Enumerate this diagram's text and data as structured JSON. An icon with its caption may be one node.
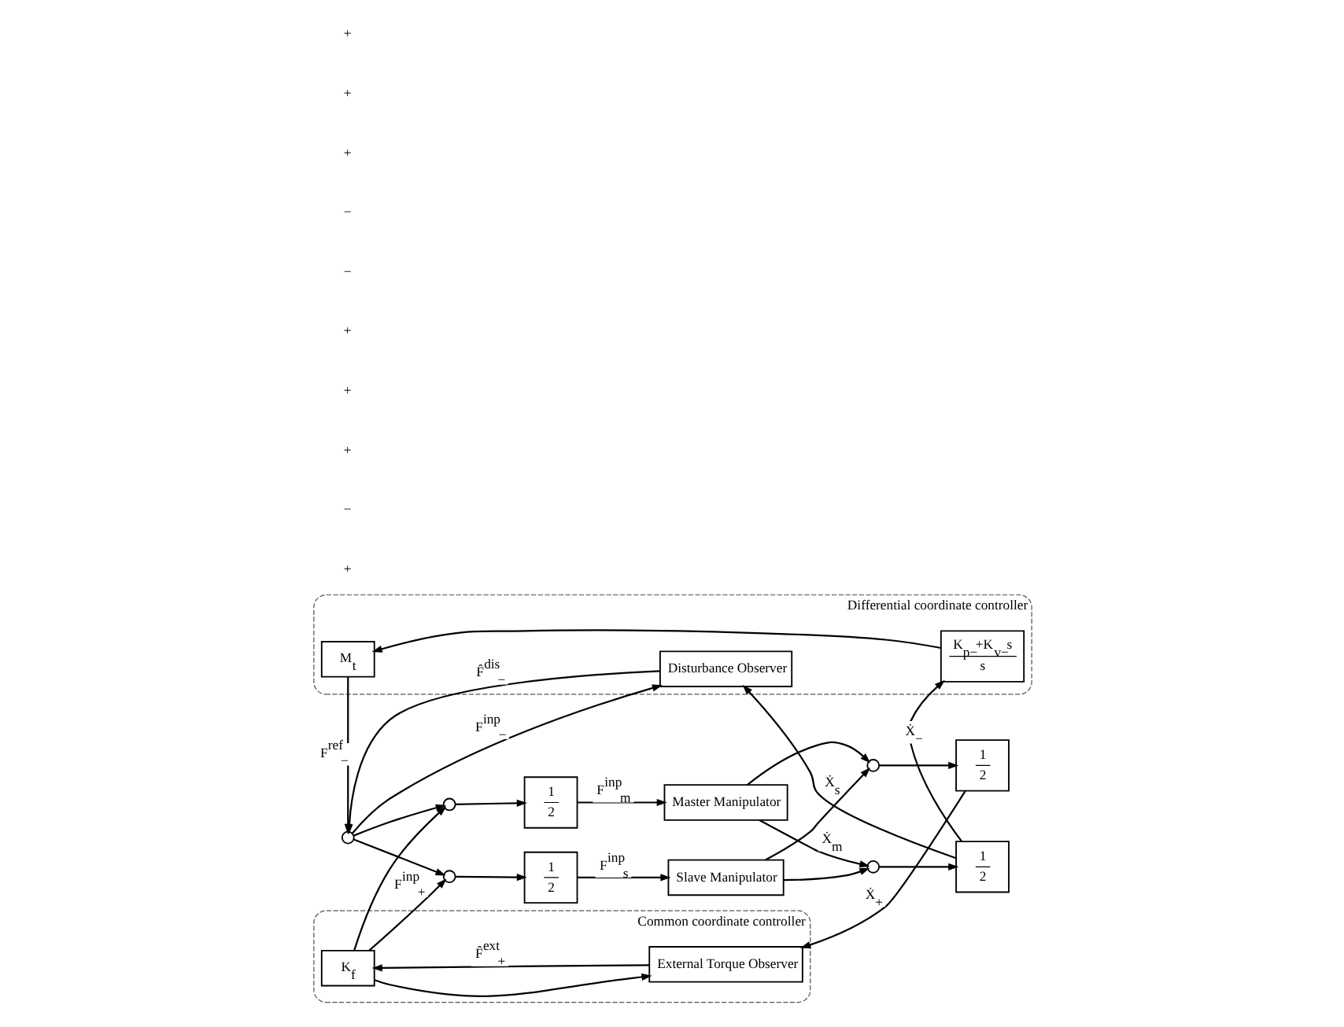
{
  "diagram": {
    "nodes": [
      {
        "text": [
          "Differential coordinate controller"
        ]
      },
      {
        "text": [
          "M$_{t}$"
        ],
        "in": 0
      },
      {
        "text": [
          "K$_{p−}$+K$_{v−}$s",
          "s"
        ],
        "in": 0
      },
      {
        "text": [
          "Disturbance Observer"
        ],
        "in": 0
      },
      {
        "text": [],
        "shape": "circle"
      },
      {
        "text": [],
        "shape": "circle"
      },
      {
        "text": [
          "1",
          "2"
        ]
      },
      {
        "text": [
          "Master Manipulator"
        ]
      },
      {
        "text": [],
        "shape": "circle"
      },
      {
        "text": [
          "1",
          "2"
        ]
      },
      {
        "text": [],
        "shape": "circle"
      },
      {
        "text": [
          "1",
          "2"
        ]
      },
      {
        "text": [
          "Slave Manipulator"
        ]
      },
      {
        "text": [],
        "shape": "circle"
      },
      {
        "text": [
          "1",
          "2"
        ]
      },
      {
        "text": [
          "Common coordinate controller"
        ]
      },
      {
        "text": [
          "External Torque Observer"
        ],
        "in": 15
      },
      {
        "text": [
          "K$_{f}$"
        ],
        "in": 15
      }
    ],
    "edges": [
      {
        "from": 9,
        "to": 2,
        "arrow": "to",
        "label": "Ẋ$_{−}$"
      },
      {
        "from": 9,
        "to": 3,
        "arrow": "to"
      },
      {
        "from": 2,
        "to": 1,
        "arrow": "to"
      },
      {
        "from": 1,
        "to": 4,
        "arrow": "to",
        "label": "F$^{ref}$$_{−}$"
      },
      {
        "from": 3,
        "to": 4,
        "arrow": "to",
        "label": "F̂$^{dis}$$_{−}$"
      },
      {
        "from": 4,
        "to": 3,
        "arrow": "to",
        "label": "F$^{inp}$$_{−}$"
      },
      {
        "from": 4,
        "to": 5,
        "arrow": "to"
      },
      {
        "from": 4,
        "to": 10,
        "arrow": "to"
      },
      {
        "from": 17,
        "to": 5,
        "arrow": "to"
      },
      {
        "from": 17,
        "to": 10,
        "arrow": "to",
        "label": "F$^{inp}$$_{+}$"
      },
      {
        "from": 17,
        "to": 16,
        "arrow": "to"
      },
      {
        "from": 5,
        "to": 6,
        "arrow": "to"
      },
      {
        "from": 6,
        "to": 7,
        "arrow": "to",
        "label": "F$^{inp}$$_{m}$"
      },
      {
        "from": 7,
        "to": 8,
        "arrow": "to",
        "label": "Ẋ$_{m}$"
      },
      {
        "from": 7,
        "to": 13,
        "arrow": "to"
      },
      {
        "from": 10,
        "to": 11,
        "arrow": "to"
      },
      {
        "from": 11,
        "to": 12,
        "arrow": "to",
        "label": "F$^{inp}$$_{s}$"
      },
      {
        "from": 12,
        "to": 13,
        "arrow": "to",
        "label": "Ẋ$_{s}$"
      },
      {
        "from": 12,
        "to": 8,
        "arrow": "to"
      },
      {
        "from": 8,
        "to": 9,
        "arrow": "to"
      },
      {
        "from": 13,
        "to": 14,
        "arrow": "to"
      },
      {
        "from": 14,
        "to": 16,
        "arrow": "to",
        "label": "Ẋ$_{+}$"
      },
      {
        "from": 16,
        "to": 17,
        "arrow": "to",
        "label": "F̂$^{ext}$$_{+}$"
      }
    ],
    "labels": [
      "+",
      "−",
      "+",
      "+",
      "+",
      "−",
      "−",
      "+",
      "+",
      "+"
    ]
  }
}
